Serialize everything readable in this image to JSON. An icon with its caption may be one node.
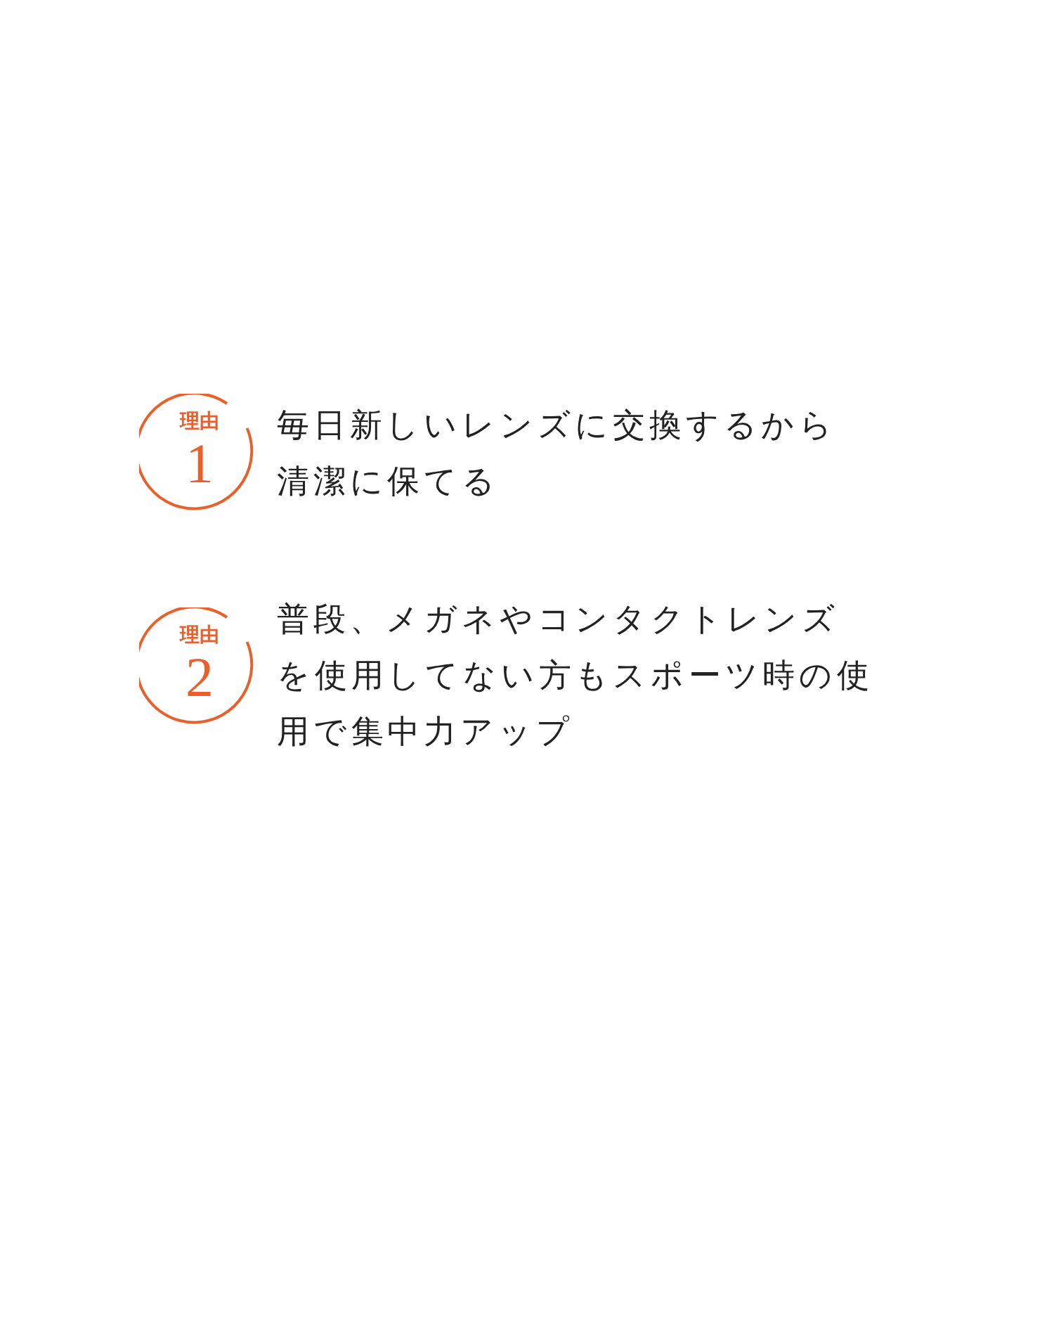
{
  "diagram": {
    "nodes": [
      {
        "text": [
          "理由",
          "1"
        ],
        "beside": [
          "毎日新しいレンズに交換するから清潔に保てる"
        ]
      },
      {
        "text": [
          "理由",
          "2"
        ],
        "beside": [
          "普段、メガネやコンタクトレンズを使用してない方もスポーツ時の使用で集中力アップ"
        ]
      }
    ]
  }
}
